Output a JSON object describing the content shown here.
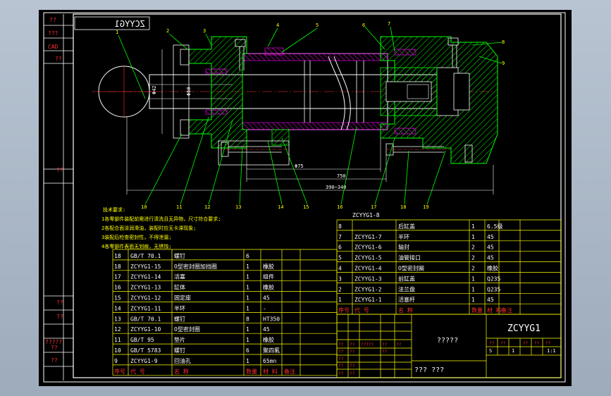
{
  "title_block": {
    "drawing_no": "ZCYYG1",
    "mirror_title": "ZCYYG1",
    "drawing_name": "?????",
    "designer_row": "???  ???",
    "scale": "1:1",
    "sheet": "1",
    "sheets_label": "S",
    "grid_cells": [
      "??",
      "??",
      "?????",
      "??",
      "??",
      "??",
      "??",
      "??",
      "??",
      "??",
      "??",
      "??",
      "??"
    ],
    "weight_cells": [
      "??",
      "??",
      "??",
      "??",
      "??"
    ]
  },
  "left_strip": {
    "labels": [
      "??",
      "???",
      "CAD",
      "??",
      "??",
      "??",
      "??",
      "?????",
      "??",
      "??"
    ]
  },
  "tech_notes": {
    "heading": "技术要求:",
    "lines": [
      "1各零部件装配前需进行清洗且无异物，尺寸符合要求;",
      "2各配合面涂润滑油，装配时应无卡滞现象;",
      "3装配后检查密封性，不得泄漏;",
      "4各零部件表面无划痕，无锈蚀;"
    ]
  },
  "callouts": [
    "1",
    "2",
    "3",
    "4",
    "5",
    "6",
    "7",
    "8",
    "9",
    "10",
    "11",
    "12",
    "13",
    "14",
    "15",
    "16",
    "17",
    "18",
    "19"
  ],
  "dimensions": {
    "phi_small": "Φ42",
    "phi_rod": "Φ50",
    "d1": "Φ75",
    "d2": "750",
    "d3": "390~340"
  },
  "bom_left": {
    "rows": [
      [
        "18",
        "GB/T 70.1",
        "螺钉",
        "6",
        "",
        ""
      ],
      [
        "18",
        "ZCYYG1-15",
        "O型密封圈加挡圈",
        "1",
        "橡胶",
        ""
      ],
      [
        "17",
        "ZCYYG1-14",
        "活塞",
        "1",
        "组件",
        ""
      ],
      [
        "16",
        "ZCYYG1-13",
        "缸体",
        "1",
        "橡胶",
        ""
      ],
      [
        "15",
        "ZCYYG1-12",
        "固定座",
        "1",
        "45",
        ""
      ],
      [
        "14",
        "ZCYYG1-11",
        "半环",
        "1",
        "-",
        ""
      ],
      [
        "13",
        "GB/T 70.1",
        "螺钉",
        "8",
        "HT350",
        ""
      ],
      [
        "12",
        "ZCYYG1-10",
        "O型密封圈",
        "1",
        "45",
        ""
      ],
      [
        "11",
        "GB/T 95",
        "垫片",
        "1",
        "橡胶",
        ""
      ],
      [
        "10",
        "GB/T 5783",
        "螺钉",
        "6",
        "聚四氟",
        ""
      ],
      [
        "9",
        "ZCYYG1-9",
        "回油孔",
        "1",
        "65mn",
        ""
      ]
    ],
    "header": [
      "序号",
      "代  号",
      "名    称",
      "数量",
      "材 料",
      "备注"
    ]
  },
  "bom_right": {
    "rows": [
      [
        "8",
        "",
        "后缸盖",
        "1",
        "6.5级",
        ""
      ],
      [
        "7",
        "ZCYYG1-7",
        "半环",
        "1",
        "45",
        ""
      ],
      [
        "6",
        "ZCYYG1-6",
        "轴封",
        "2",
        "45",
        ""
      ],
      [
        "5",
        "ZCYYG1-5",
        "油管接口",
        "2",
        "45",
        ""
      ],
      [
        "4",
        "ZCYYG1-4",
        "O型密封圈",
        "2",
        "橡胶",
        ""
      ],
      [
        "3",
        "ZCYYG1-3",
        "前缸盖",
        "1",
        "Q235",
        ""
      ],
      [
        "2",
        "ZCYYG1-2",
        "法兰盘",
        "1",
        "Q235",
        ""
      ],
      [
        "1",
        "ZCYYG1-1",
        "活塞杆",
        "1",
        "45",
        ""
      ]
    ],
    "header": [
      "序号",
      "代  号",
      "名    称",
      "数量",
      "材 料",
      "备注"
    ],
    "top_label": "ZCYYG1-8"
  },
  "colors": {
    "background": "#000000",
    "frame": "#ffffff",
    "table_lines": "#ffff00",
    "green": "#00ff00",
    "red": "#ff3030",
    "magenta": "#ff00ff",
    "yellow_text": "#ffff00",
    "white_text": "#ffffff",
    "cyan": "#00ffff"
  }
}
